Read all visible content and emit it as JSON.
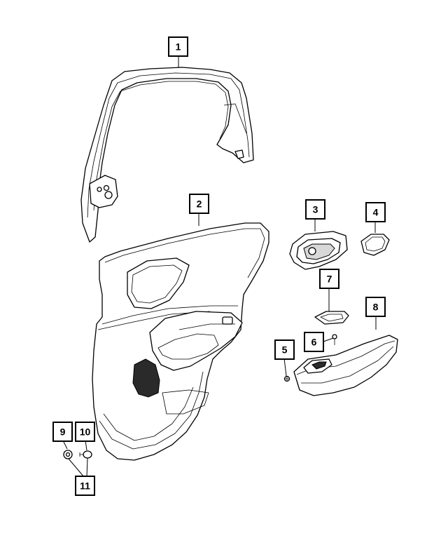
{
  "diagram": {
    "callouts": [
      {
        "id": "c1",
        "label": "1"
      },
      {
        "id": "c2",
        "label": "2"
      },
      {
        "id": "c3",
        "label": "3"
      },
      {
        "id": "c4",
        "label": "4"
      },
      {
        "id": "c5",
        "label": "5"
      },
      {
        "id": "c6",
        "label": "6"
      },
      {
        "id": "c7",
        "label": "7"
      },
      {
        "id": "c8",
        "label": "8"
      },
      {
        "id": "c9",
        "label": "9"
      },
      {
        "id": "c10",
        "label": "10"
      },
      {
        "id": "c11",
        "label": "11"
      }
    ],
    "colors": {
      "line": "#000000",
      "background": "#ffffff",
      "speaker_grille": "#2a2a2a"
    }
  }
}
